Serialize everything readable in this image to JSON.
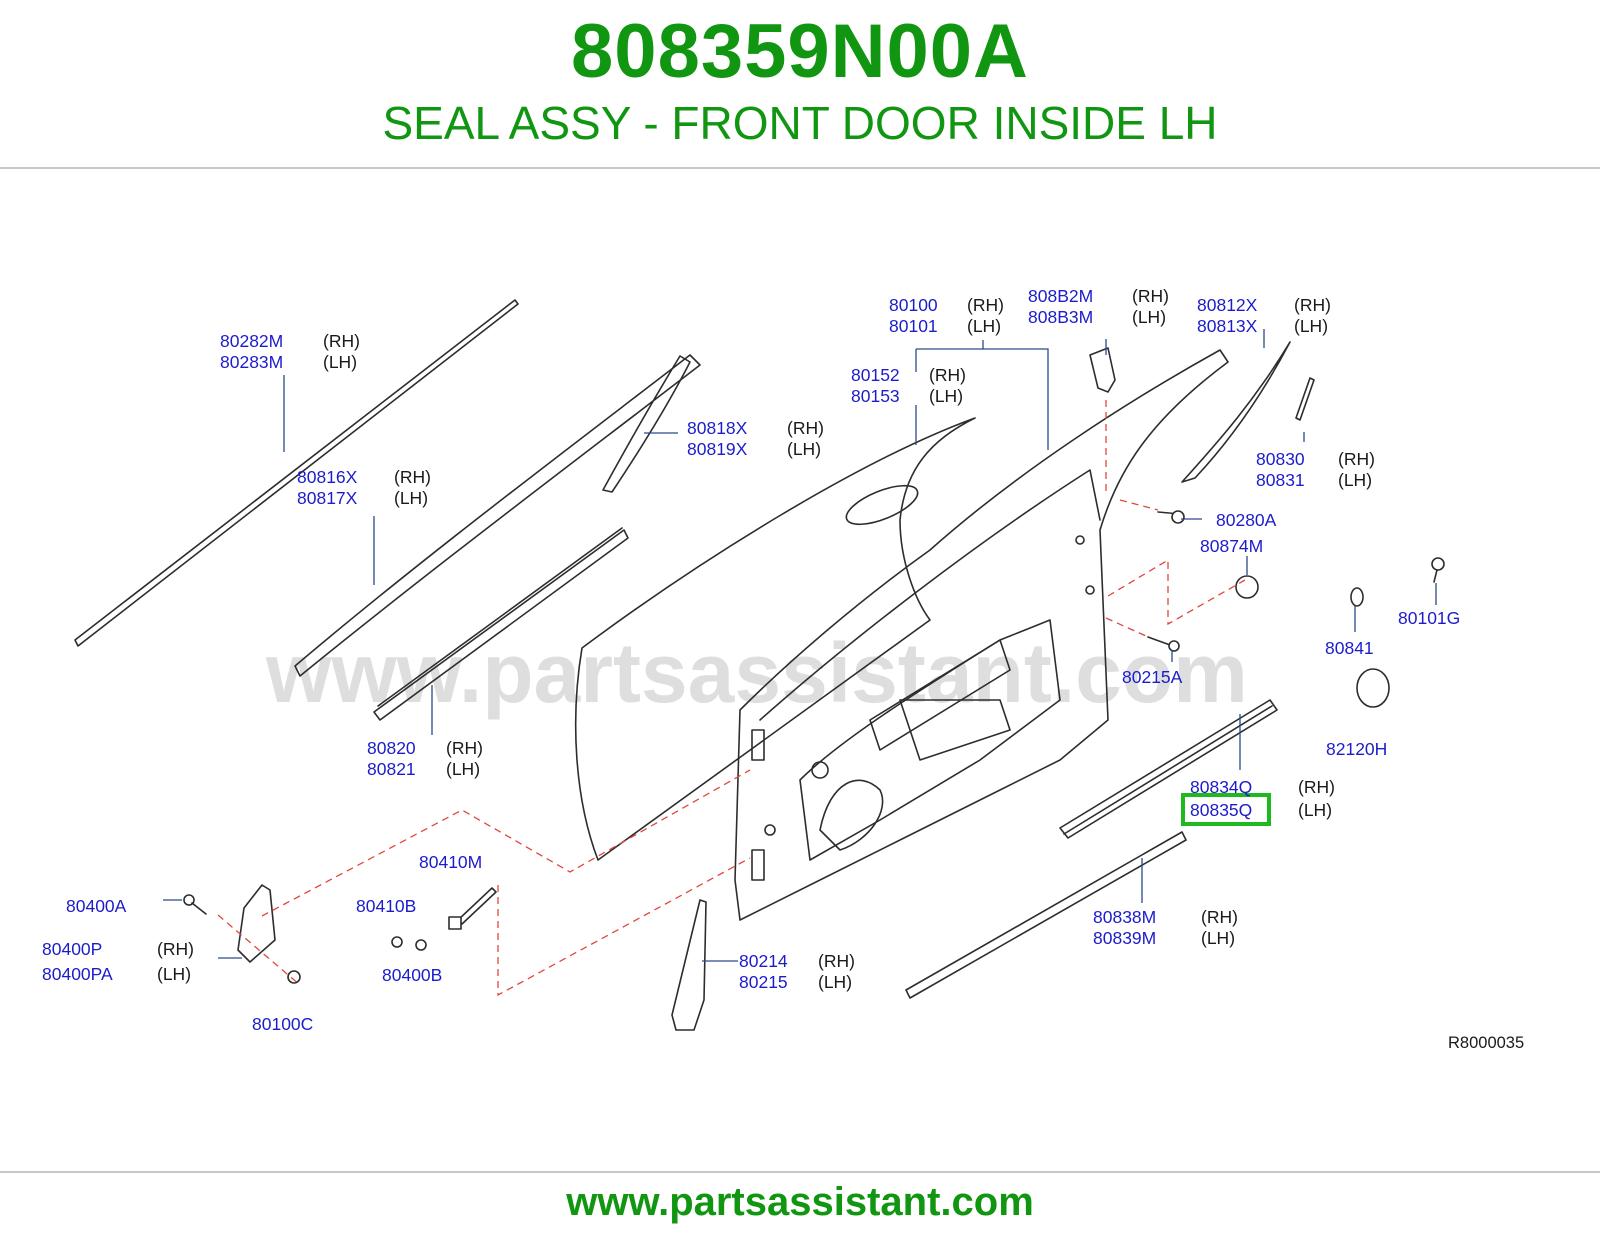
{
  "header": {
    "part_number": "808359N00A",
    "description": "SEAL ASSY - FRONT DOOR INSIDE LH"
  },
  "diagram": {
    "watermark": "www.partsassistant.com",
    "reference_code": "R8000035",
    "side_rh": "(RH)",
    "side_lh": "(LH)",
    "highlighted_part": "80835Q",
    "callouts": {
      "c80282M": "80282M",
      "c80283M": "80283M",
      "c80818X": "80818X",
      "c80819X": "80819X",
      "c80816X": "80816X",
      "c80817X": "80817X",
      "c80100": "80100",
      "c80101": "80101",
      "c80152": "80152",
      "c80153": "80153",
      "c808B2M": "808B2M",
      "c808B3M": "808B3M",
      "c80812X": "80812X",
      "c80813X": "80813X",
      "c80830": "80830",
      "c80831": "80831",
      "c80280A": "80280A",
      "c80874M": "80874M",
      "c80101G": "80101G",
      "c80841": "80841",
      "c80215A": "80215A",
      "c82120H": "82120H",
      "c80834Q": "80834Q",
      "c80835Q": "80835Q",
      "c80820": "80820",
      "c80821": "80821",
      "c80838M": "80838M",
      "c80839M": "80839M",
      "c80410M": "80410M",
      "c80410B": "80410B",
      "c80400B": "80400B",
      "c80400A": "80400A",
      "c80400P": "80400P",
      "c80400PA": "80400PA",
      "c80100C": "80100C",
      "c80214": "80214",
      "c80215": "80215"
    }
  },
  "footer": {
    "url": "www.partsassistant.com"
  },
  "colors": {
    "brand_green": "#119611",
    "callout_blue": "#1c1ccc",
    "highlight_green": "#1fb81f",
    "dashed_red": "#e0473f"
  }
}
